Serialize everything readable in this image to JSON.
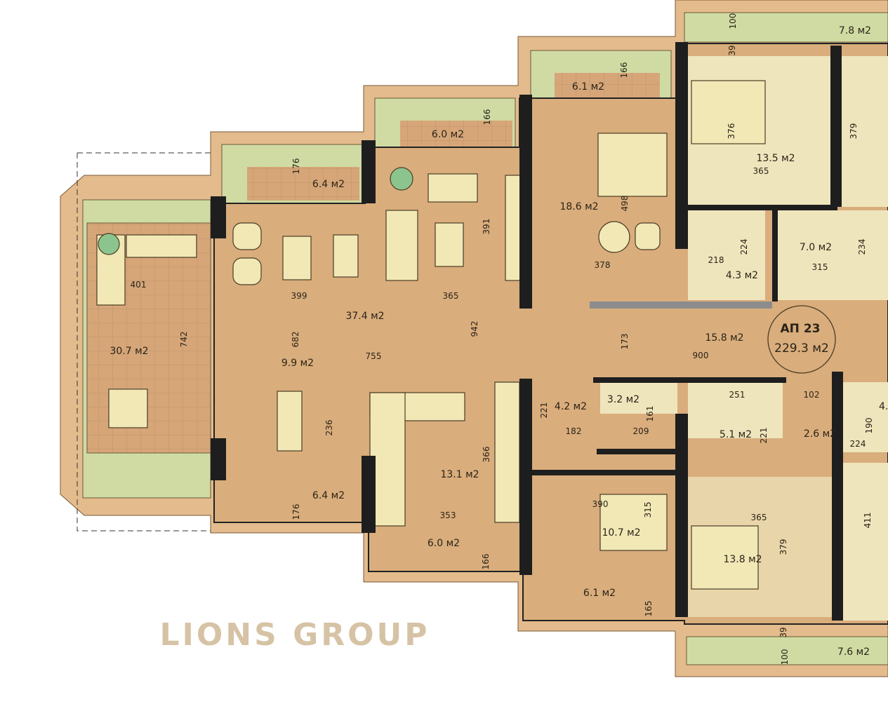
{
  "apartment": {
    "label": "АП 23",
    "area": "229.3 м2"
  },
  "rooms": {
    "living": "37.4 м2",
    "dining": "9.9 м2",
    "terrace": "30.7 м2",
    "kitchen": "13.1 м2",
    "bedroom_top": "18.6 м2",
    "bedroom_top_right": "13.5 м2",
    "kitchenette_right": "7.0 м2",
    "bath_top": "4.3 м2",
    "hall": "15.8 м2",
    "corridor_small": "4.2 м2",
    "laundry": "3.2 м2",
    "bath_bottom": "5.1 м2",
    "entry": "2.6 м2",
    "bedroom_bottom": "10.7 м2",
    "bedroom_bottom_right": "13.8 м2",
    "partial_right": "4."
  },
  "balconies": {
    "top_left": "6.4 м2",
    "top_mid": "6.0 м2",
    "top_right": "6.1 м2",
    "top_far": "7.8 м2",
    "bottom_left": "6.4 м2",
    "bottom_mid": "6.0 м2",
    "bottom_right": "6.1 м2",
    "bottom_far": "7.6 м2"
  },
  "dimensions": {
    "h": [
      "399",
      "365",
      "755",
      "378",
      "218",
      "315",
      "900",
      "365",
      "102",
      "251",
      "182",
      "209",
      "390",
      "353",
      "365",
      "224",
      "401"
    ],
    "v": [
      "176",
      "166",
      "166",
      "100",
      "39",
      "376",
      "379",
      "391",
      "498",
      "224",
      "234",
      "742",
      "682",
      "942",
      "173",
      "221",
      "161",
      "221",
      "236",
      "366",
      "315",
      "379",
      "190",
      "411",
      "176",
      "166",
      "165",
      "100",
      "39"
    ]
  },
  "watermark": "LIONS GROUP",
  "colors": {
    "floor": "#d9ad7c",
    "room": "#efe5bd",
    "balcony_green": "#cfdba3",
    "frame": "#e3bb8c",
    "wall": "#1e1e1e",
    "wall_grey": "#8c8c8c"
  }
}
